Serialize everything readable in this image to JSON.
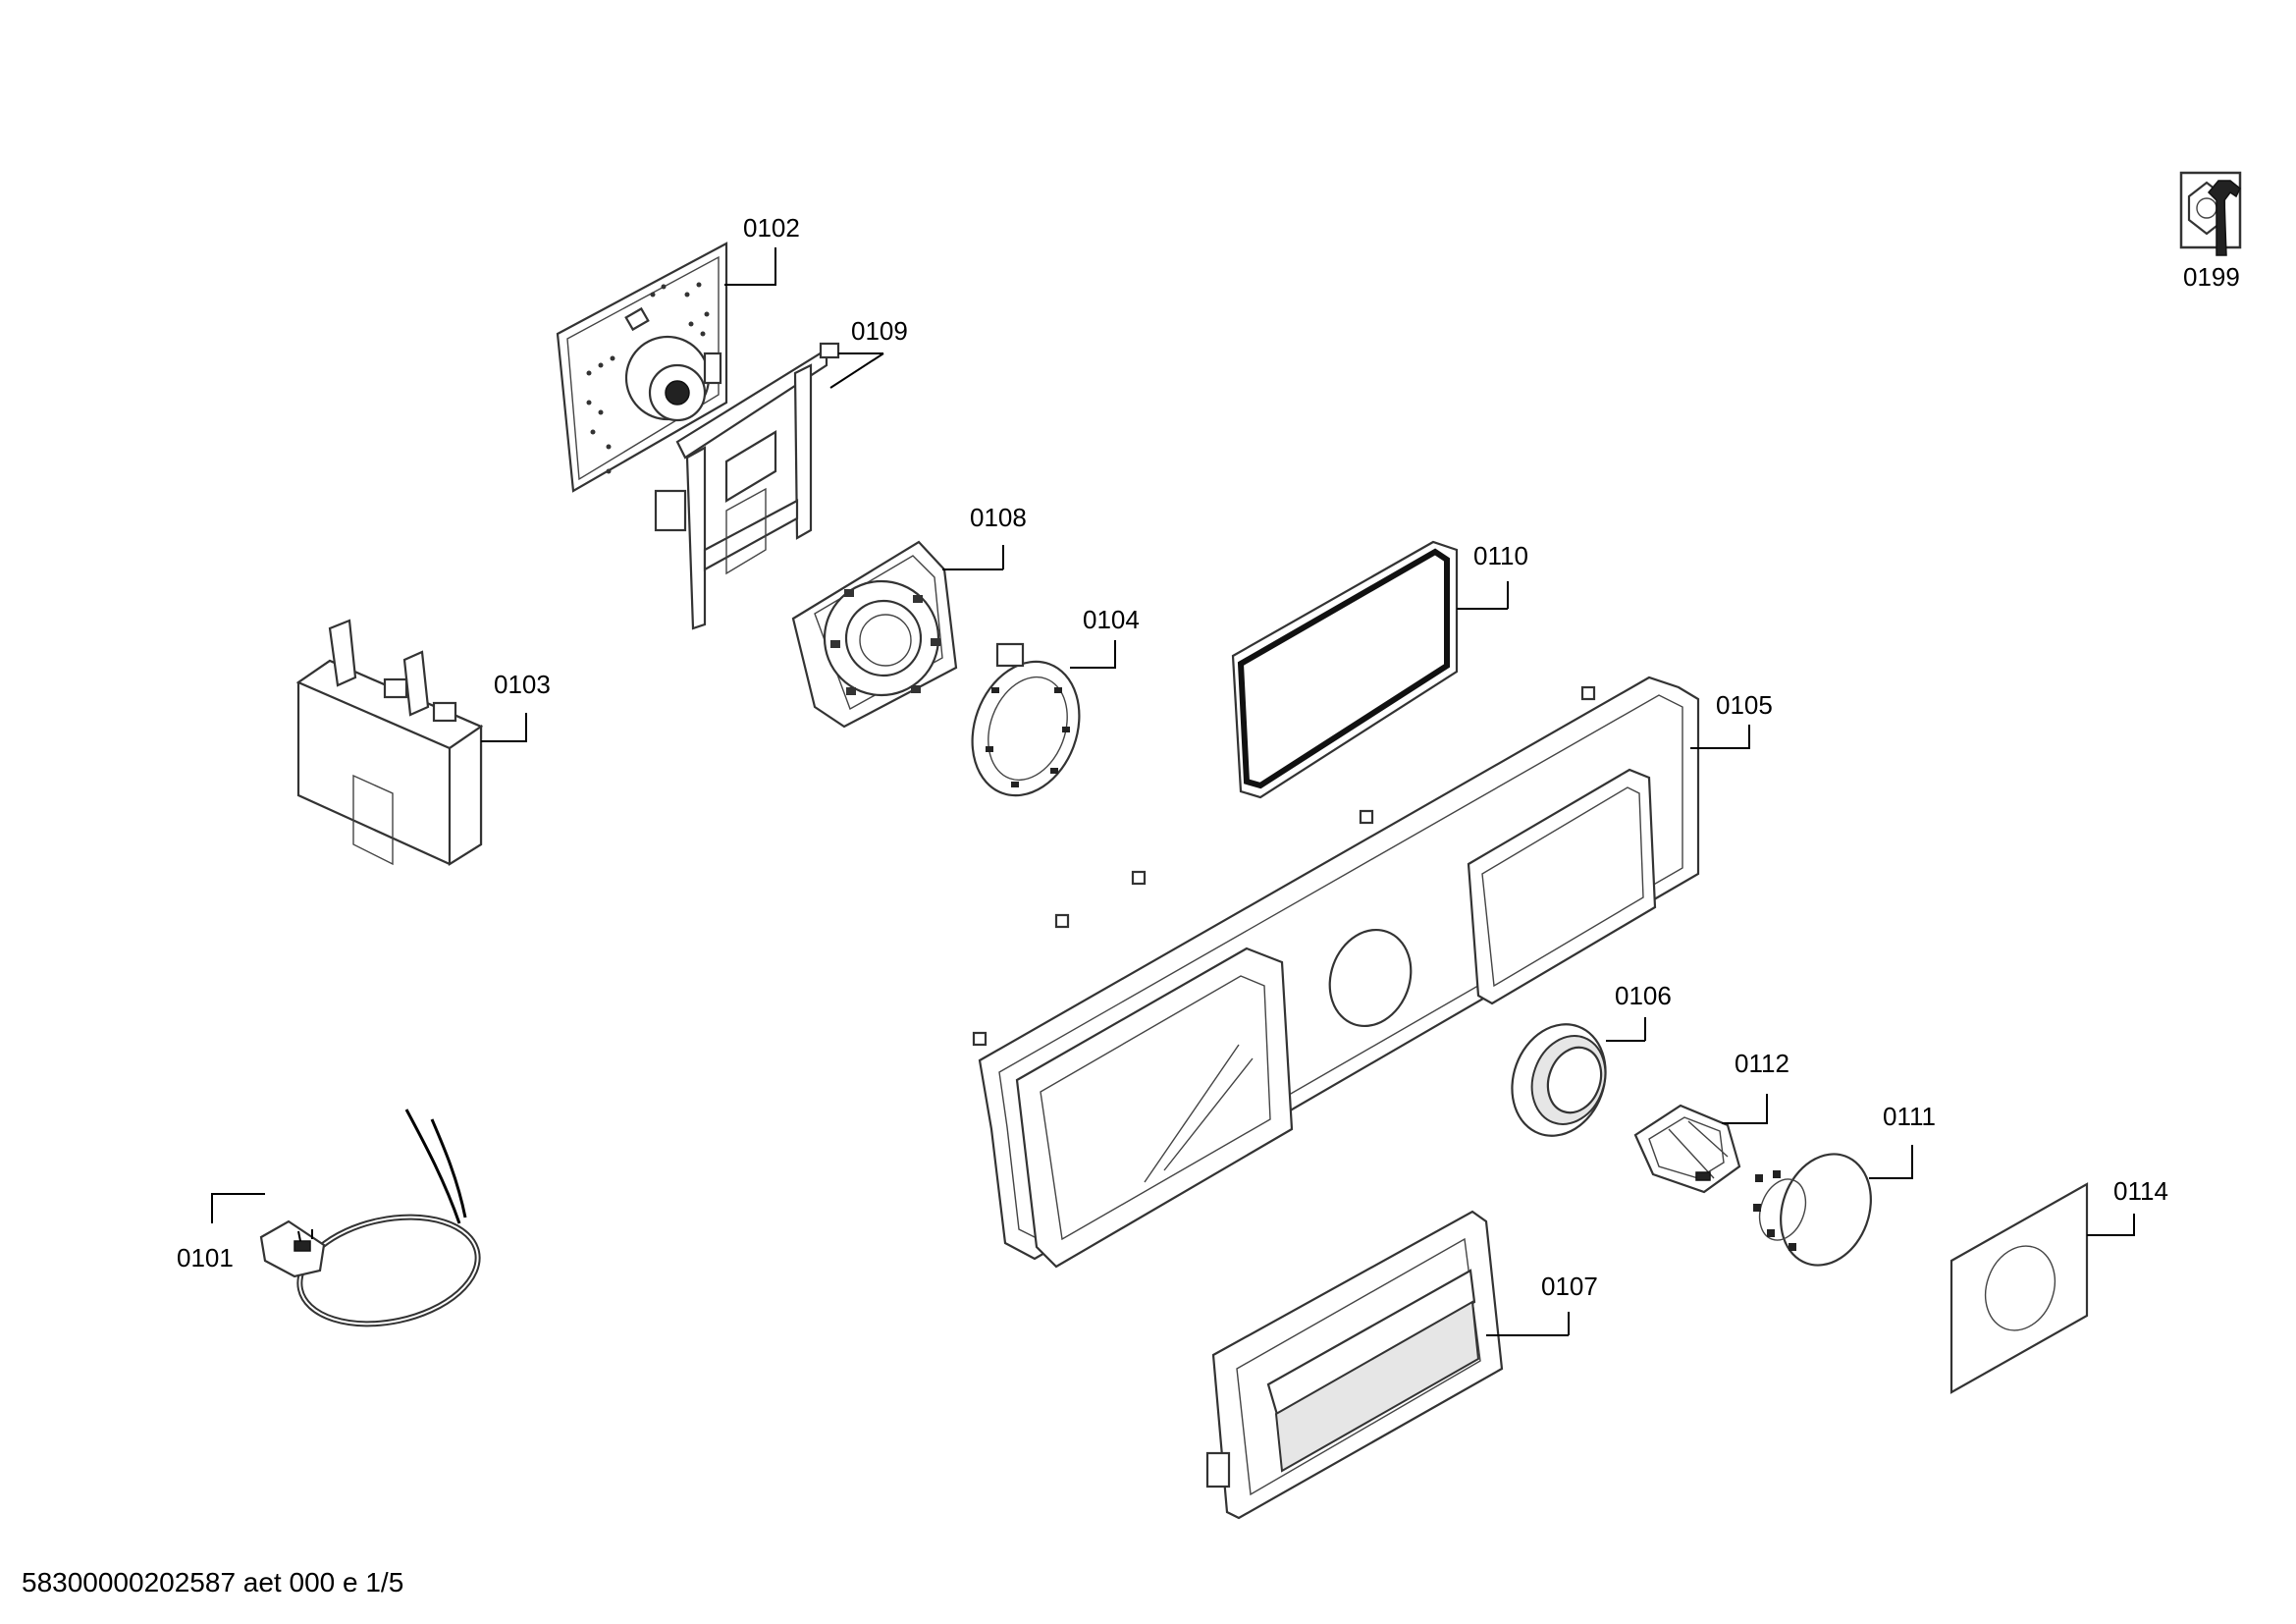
{
  "parts": [
    {
      "id": "p0101",
      "label": "0101",
      "name": "mains-cable"
    },
    {
      "id": "p0102",
      "label": "0102",
      "name": "control-module-pcb"
    },
    {
      "id": "p0103",
      "label": "0103",
      "name": "interference-filter"
    },
    {
      "id": "p0104",
      "label": "0104",
      "name": "selector-ring"
    },
    {
      "id": "p0105",
      "label": "0105",
      "name": "control-panel-fascia"
    },
    {
      "id": "p0106",
      "label": "0106",
      "name": "knob-bezel"
    },
    {
      "id": "p0107",
      "label": "0107",
      "name": "detergent-drawer-handle"
    },
    {
      "id": "p0108",
      "label": "0108",
      "name": "knob-holder"
    },
    {
      "id": "p0109",
      "label": "0109",
      "name": "module-carrier"
    },
    {
      "id": "p0110",
      "label": "0110",
      "name": "display-window"
    },
    {
      "id": "p0111",
      "label": "0111",
      "name": "program-selector-knob"
    },
    {
      "id": "p0112",
      "label": "0112",
      "name": "knob-adapter"
    },
    {
      "id": "p0114",
      "label": "0114",
      "name": "knob-cover-label"
    }
  ],
  "service_tool": {
    "label": "0199",
    "icon": "wrench-nut-icon"
  },
  "footer": {
    "text": "58300000202587 aet 000 e 1/5"
  }
}
